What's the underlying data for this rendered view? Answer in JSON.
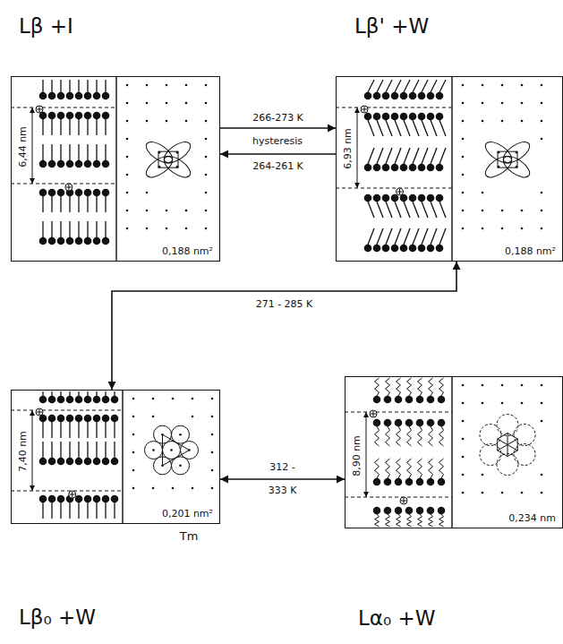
{
  "diagram": {
    "nodes": [
      {
        "text": [
          "Lβ +I",
          "6,44 nm",
          "0,188 nm²"
        ]
      },
      {
        "text": [
          "Lβ' +W",
          "6,93 nm",
          "0,188 nm²"
        ]
      },
      {
        "text": [
          "Lβ₀ +W",
          "7,40 nm",
          "0,201 nm²"
        ]
      },
      {
        "text": [
          "Lα₀ +W",
          "8,90 nm",
          "0,234 nm"
        ]
      }
    ],
    "edges": [
      {
        "from": 0,
        "to": 1,
        "label": "266-273 K",
        "arrow": "to"
      },
      {
        "from": 1,
        "to": 0,
        "label": "264-261 K",
        "arrow": "to"
      },
      {
        "from": 1,
        "to": 2,
        "label": "271 - 285 K",
        "arrow": "both"
      },
      {
        "from": 2,
        "to": 3,
        "label": "312 - 333 K",
        "arrow": "both"
      }
    ],
    "labels": [
      "hysteresis",
      "Tm"
    ]
  }
}
